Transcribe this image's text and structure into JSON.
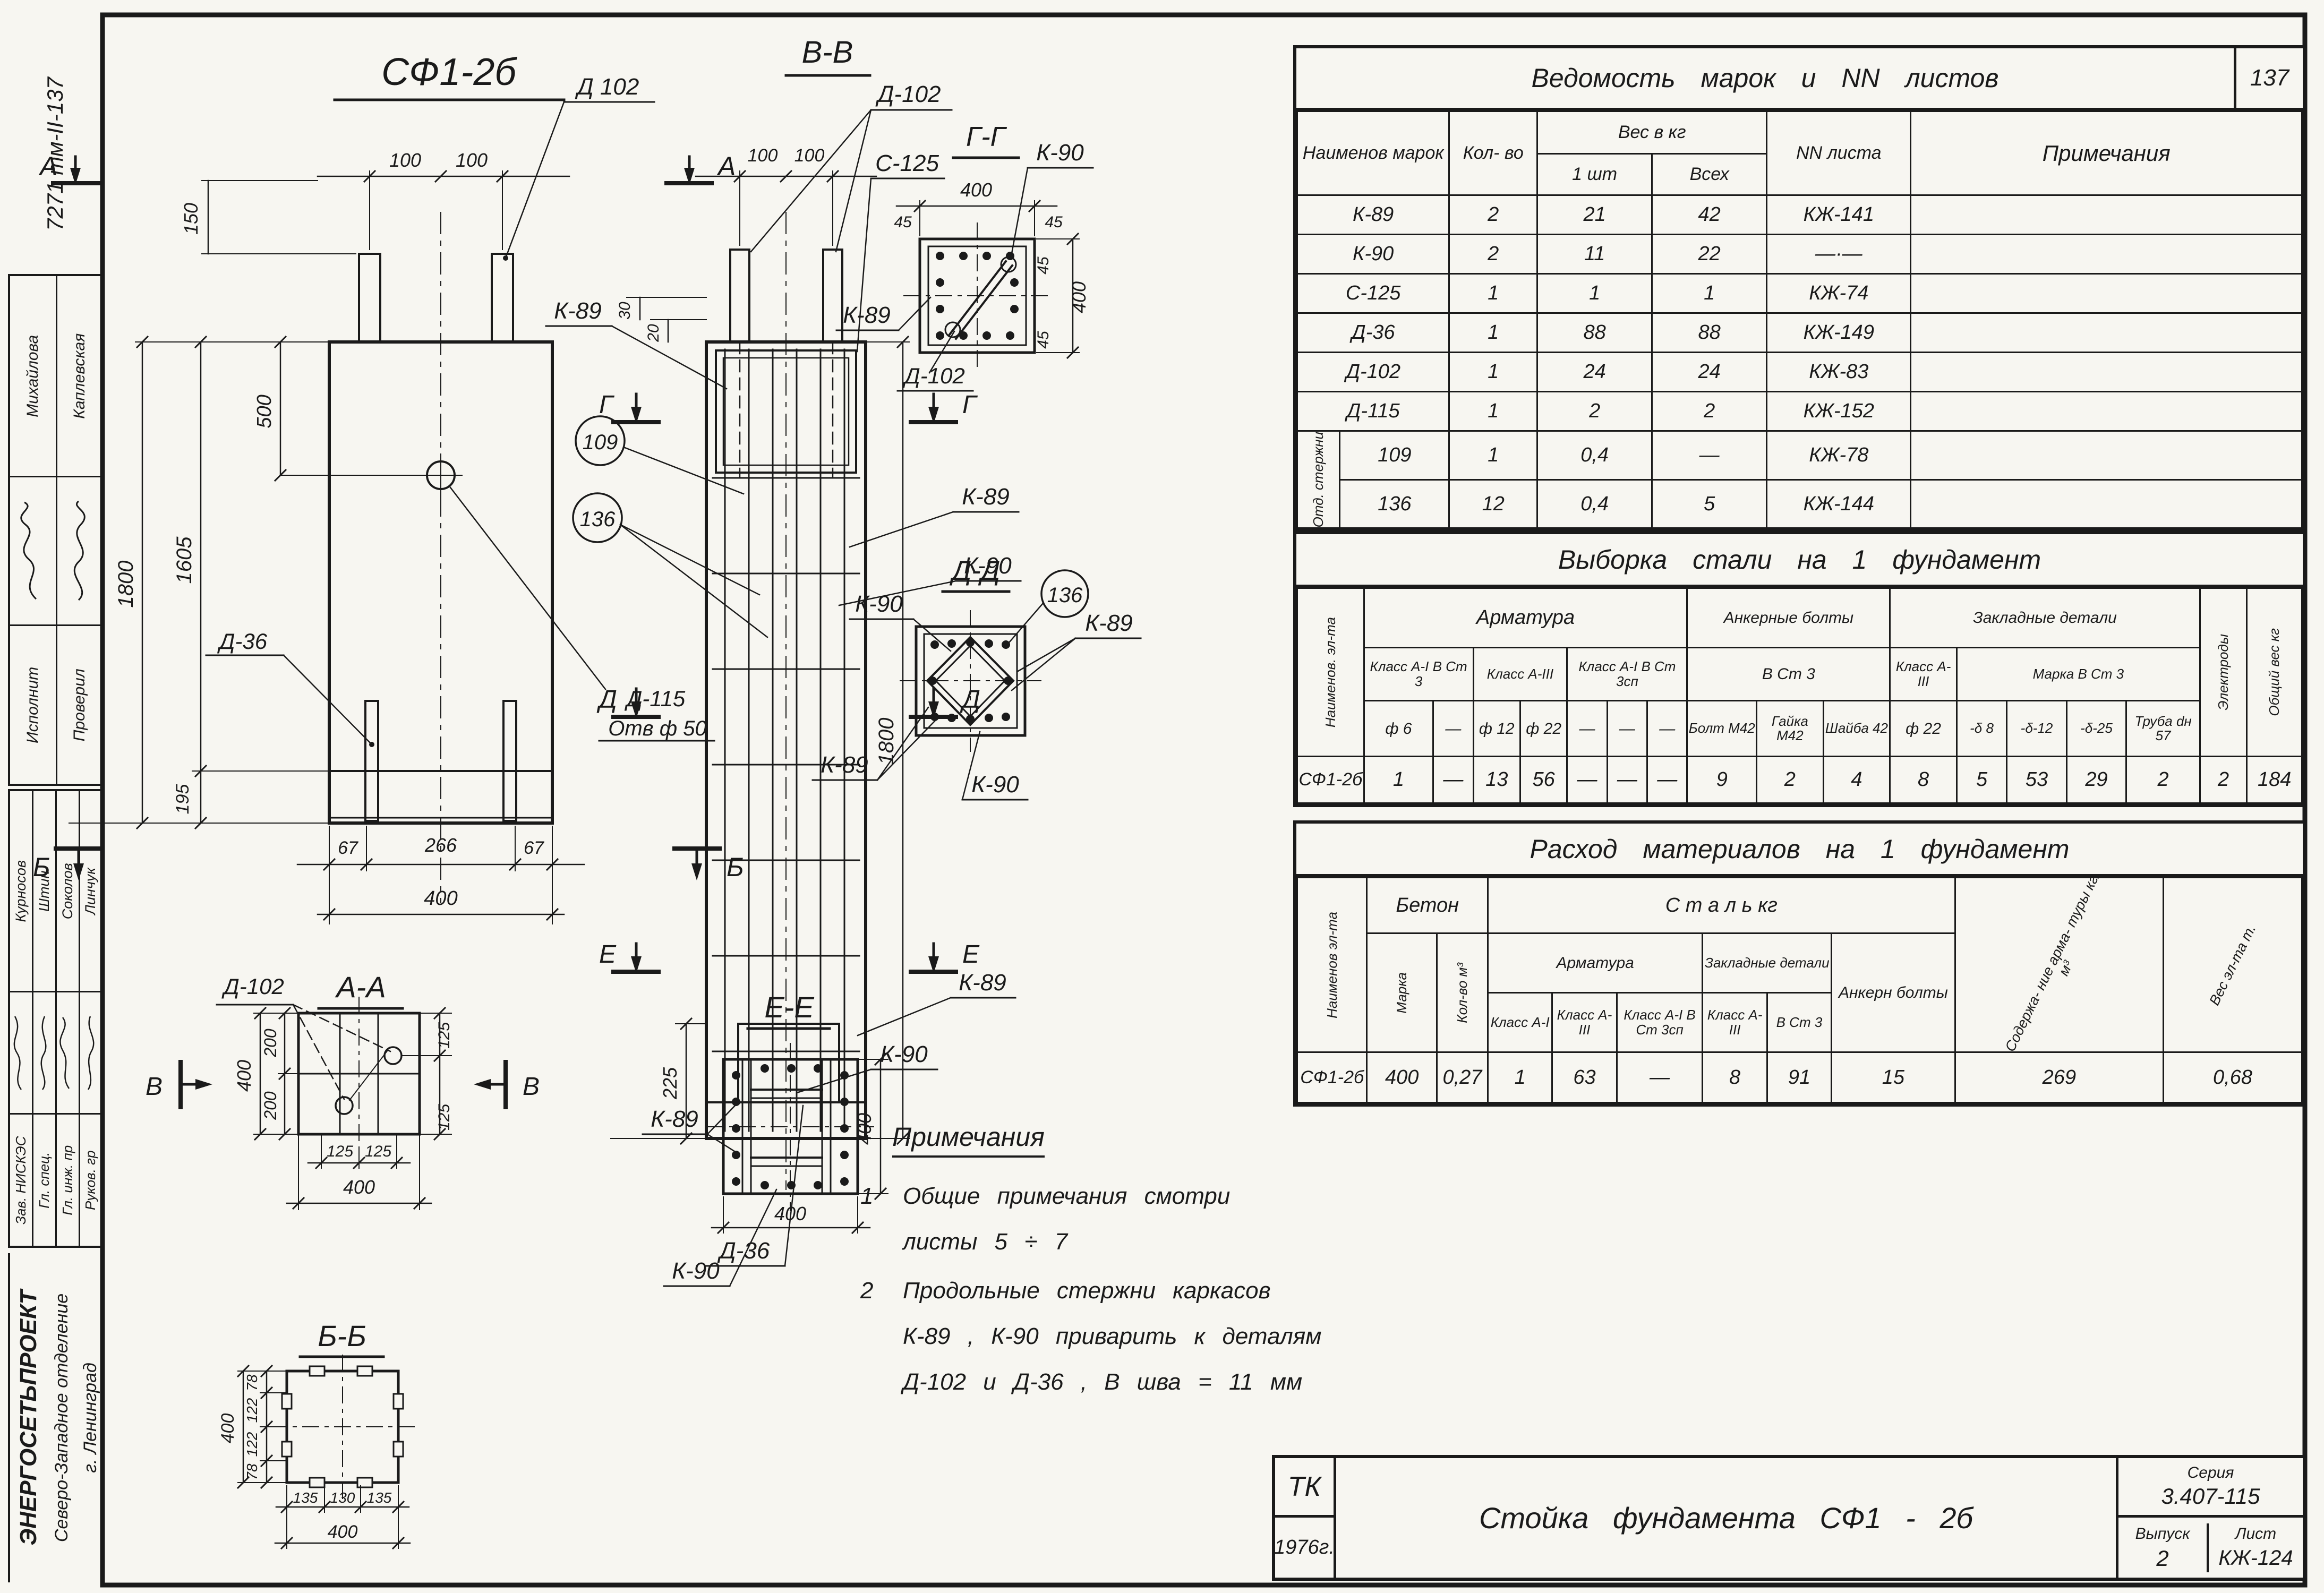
{
  "frame": {
    "page_code": "7271 тм-II-137"
  },
  "stamp": {
    "upper": {
      "roles": [
        "Исполнит",
        "Проверил"
      ],
      "names": [
        "Михайлова",
        "Каплевская"
      ]
    },
    "lower": {
      "roles": [
        "Зав. НИСКЭС",
        "Гл. спец.",
        "Гл. инж. пр",
        "Руков. гр"
      ],
      "names": [
        "Курносов",
        "Штин",
        "Соколов",
        "Линчук"
      ]
    },
    "org": [
      "ЭНЕРГОСЕТЬПРОЕКТ",
      "Северо-Западное отделение",
      "г. Ленинград"
    ]
  },
  "views": {
    "main": "СФ1-2б",
    "vv": "В-В",
    "gg": "Г-Г",
    "dd": "Д-Д",
    "aa": "А-А",
    "bb": "Б-Б",
    "ee": "Е-Е",
    "mA": "А",
    "mB": "Б",
    "mV": "В",
    "mG": "Г",
    "mD": "Д",
    "mE": "Е"
  },
  "lbl": {
    "l20": "20",
    "l30": "30",
    "l45": "45",
    "l67": "67",
    "l78": "78",
    "l100": "100",
    "l122": "122",
    "l125": "125",
    "l130": "130",
    "l135": "135",
    "l150": "150",
    "l195": "195",
    "l200": "200",
    "l225": "225",
    "l266": "266",
    "l400": "400",
    "l500": "500",
    "l1605": "1605",
    "l1800": "1800",
    "k89": "К-89",
    "k90": "К-90",
    "d36": "Д-36",
    "d102": "Д-102",
    "d102e": "Д 102",
    "d115": "Д-115",
    "otv": "Отв ф 50",
    "s125": "С-125",
    "n109": "109",
    "n136": "136"
  },
  "notes": {
    "title": "Примечания",
    "n1": "1",
    "l1a": "Общие   примечания   смотри",
    "l1b": "листы   5 ÷ 7",
    "n2": "2",
    "l2a": "Продольные   стержни   каркасов",
    "l2b": "К-89 , К-90    приварить  к  деталям",
    "l2c": "Д-102  и  Д-36 ,   В шва = 11 мм"
  },
  "t1": {
    "title": "Ведомость   марок   и   NN   листов",
    "page": "137",
    "h_name": "Наименов марок",
    "h_qty": "Кол- во",
    "h_w": "Вес  в  кг",
    "h_w1": "1 шт",
    "h_w2": "Всех",
    "h_nn": "NN листа",
    "h_notes": "Примечания",
    "side": "Отд. стержни",
    "rows": [
      [
        "К-89",
        "2",
        "21",
        "42",
        "КЖ-141"
      ],
      [
        "К-90",
        "2",
        "11",
        "22",
        "—·—"
      ],
      [
        "С-125",
        "1",
        "1",
        "1",
        "КЖ-74"
      ],
      [
        "Д-36",
        "1",
        "88",
        "88",
        "КЖ-149"
      ],
      [
        "Д-102",
        "1",
        "24",
        "24",
        "КЖ-83"
      ],
      [
        "Д-115",
        "1",
        "2",
        "2",
        "КЖ-152"
      ]
    ],
    "rows2": [
      [
        "109",
        "1",
        "0,4",
        "—",
        "КЖ-78"
      ],
      [
        "136",
        "12",
        "0,4",
        "5",
        "КЖ-144"
      ]
    ]
  },
  "t2": {
    "title": "Выборка   стали   на  1  фундамент",
    "side": "Наименов. эл-та",
    "g1": "Арматура",
    "g2": "Анкерные болты",
    "g3": "Закладные детали",
    "g4": "Электроды",
    "g5": "Общий вес кг",
    "s1": "Класс А-I В Ст 3",
    "s2": "Класс  А-III",
    "s3": "Класс А-I В Ст 3сп",
    "s4": "В Ст 3",
    "s5": "Класс А-III",
    "s6": "Марка  В Ст 3",
    "u": [
      "ф 6",
      "—",
      "ф 12",
      "ф 22",
      "—",
      "—",
      "—",
      "Болт М42",
      "Гайка М42",
      "Шайба 42",
      "ф 22",
      "-δ 8",
      "-δ-12",
      "-δ-25",
      "Труба dн 57"
    ],
    "row": [
      "СФ1-2б",
      "1",
      "—",
      "13",
      "56",
      "—",
      "—",
      "—",
      "9",
      "2",
      "4",
      "8",
      "5",
      "53",
      "29",
      "2",
      "2",
      "184"
    ]
  },
  "t3": {
    "title": "Расход   материалов   на  1  фундамент",
    "side": "Наименов эл-та",
    "g1": "Бетон",
    "g2": "С т а л ь        кг",
    "b1": "Марка",
    "b2": "Кол-во м³",
    "s1": "Арматура",
    "s2": "Закладные детали",
    "s3": "Анкерн болты",
    "a1": "Класс А-I",
    "a2": "Класс А-III",
    "a3": "Класс А-I В Ст 3сп",
    "z1": "Класс А-III",
    "z2": "В Ст 3",
    "sod": "Содержа- ние арма- туры  кг/м³",
    "ves": "Вес  эл-та  т.",
    "row": [
      "СФ1-2б",
      "400",
      "0,27",
      "1",
      "63",
      "—",
      "8",
      "91",
      "15",
      "269",
      "0,68"
    ]
  },
  "tb": {
    "org": "ТК",
    "year": "1976г.",
    "title": "Стойка   фундамента   СФ1 - 2б",
    "series_l": "Серия",
    "series": "3.407-115",
    "issue_l": "Выпуск",
    "issue": "2",
    "sheet_l": "Лист",
    "sheet": "КЖ-124"
  }
}
